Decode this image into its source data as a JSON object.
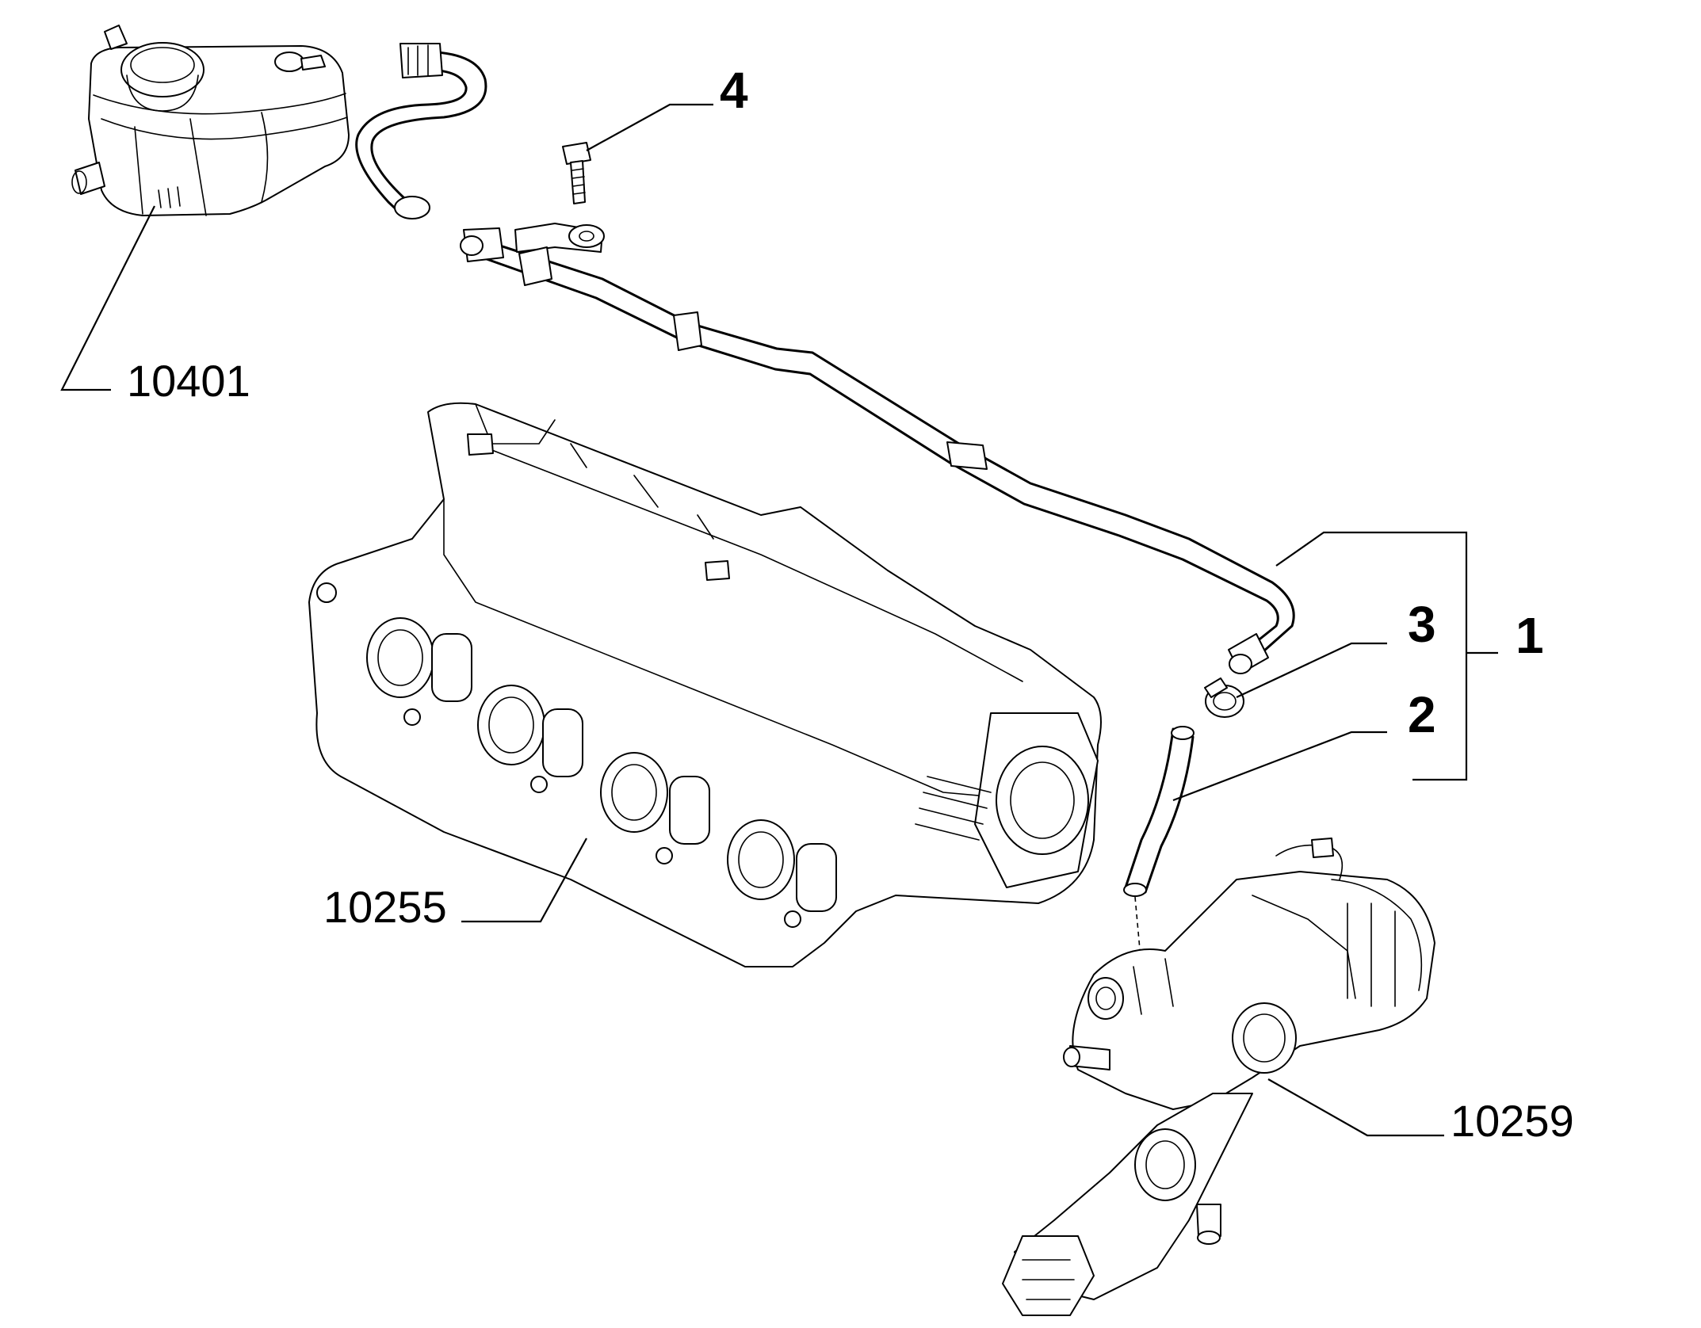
{
  "callouts": {
    "part_1": "1",
    "part_2": "2",
    "part_3": "3",
    "part_4": "4"
  },
  "references": {
    "expansion_tank": "10401",
    "intake_manifold": "10255",
    "egr_module": "10259"
  },
  "colors": {
    "line": "#000000",
    "background": "#ffffff"
  }
}
